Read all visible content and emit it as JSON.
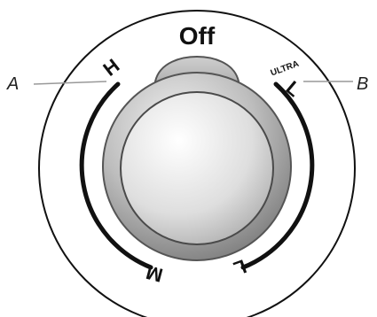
{
  "labels": {
    "off": "Off",
    "high": "H",
    "medium": "M",
    "low": "L",
    "ultra_low": "L",
    "ultra": "ULTRA",
    "callout_a": "A",
    "callout_b": "B"
  },
  "colors": {
    "outline": "#111111",
    "knob_light": "#f4f4f4",
    "knob_mid": "#c8c8c8",
    "knob_dark": "#8a8a8a",
    "leader": "#999999"
  }
}
